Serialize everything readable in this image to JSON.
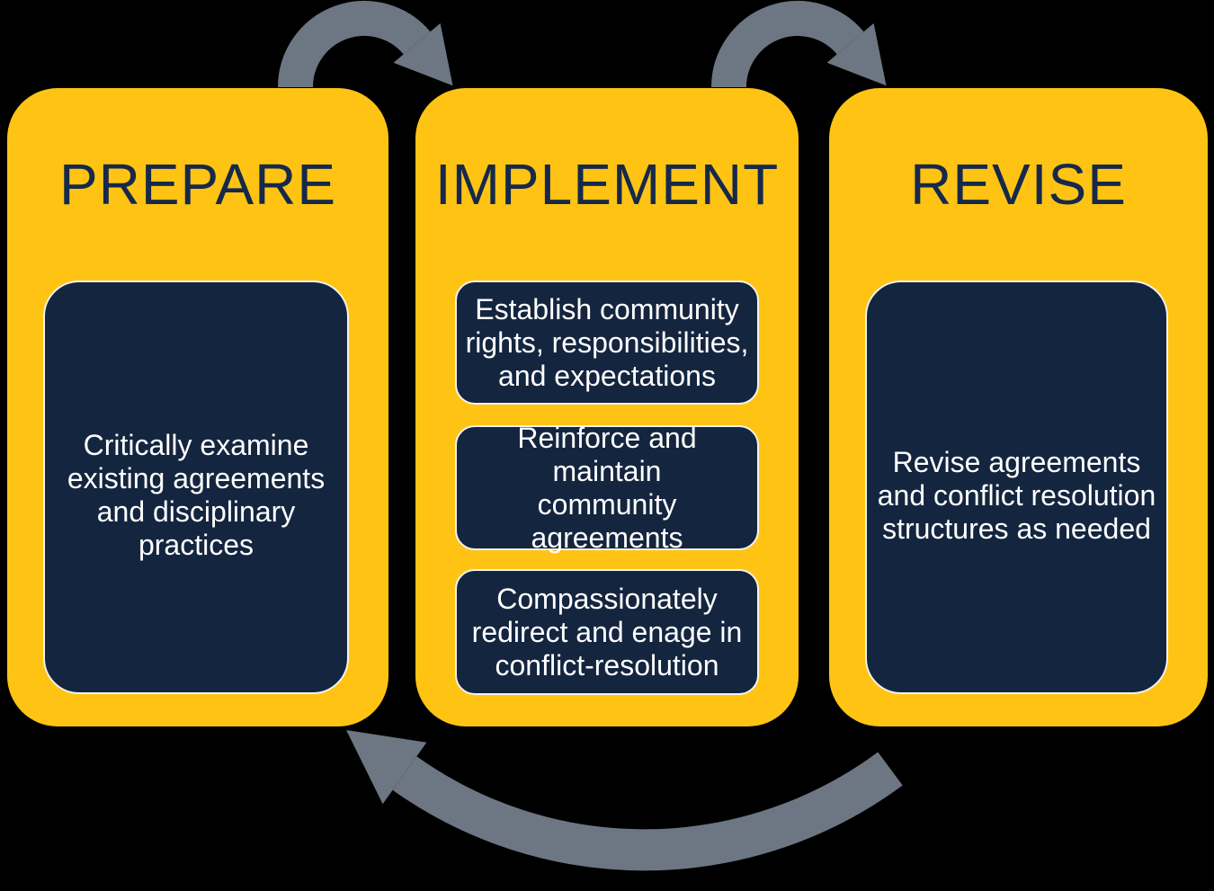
{
  "diagram": {
    "panels": [
      {
        "title": "PREPARE",
        "boxes": [
          "Critically examine\nexisting agreements\nand disciplinary\npractices"
        ]
      },
      {
        "title": "IMPLEMENT",
        "boxes": [
          "Establish community\nrights, responsibilities,\nand expectations",
          "Reinforce and maintain\ncommunity\nagreements",
          "Compassionately\nredirect and enage in\nconflict-resolution"
        ]
      },
      {
        "title": "REVISE",
        "boxes": [
          "Revise agreements\nand conflict resolution\nstructures as needed"
        ]
      }
    ],
    "icons": [
      "arrow-prepare-to-implement-icon",
      "arrow-implement-to-revise-icon",
      "arrow-revise-to-prepare-icon"
    ]
  },
  "colors": {
    "background": "#000000",
    "panel_fill": "#FFC413",
    "step_box_fill": "#14253F",
    "step_box_border": "#F2F2F2",
    "title_text": "#16294A",
    "body_text": "#FFFFFF",
    "arrow": "#6D7683"
  }
}
